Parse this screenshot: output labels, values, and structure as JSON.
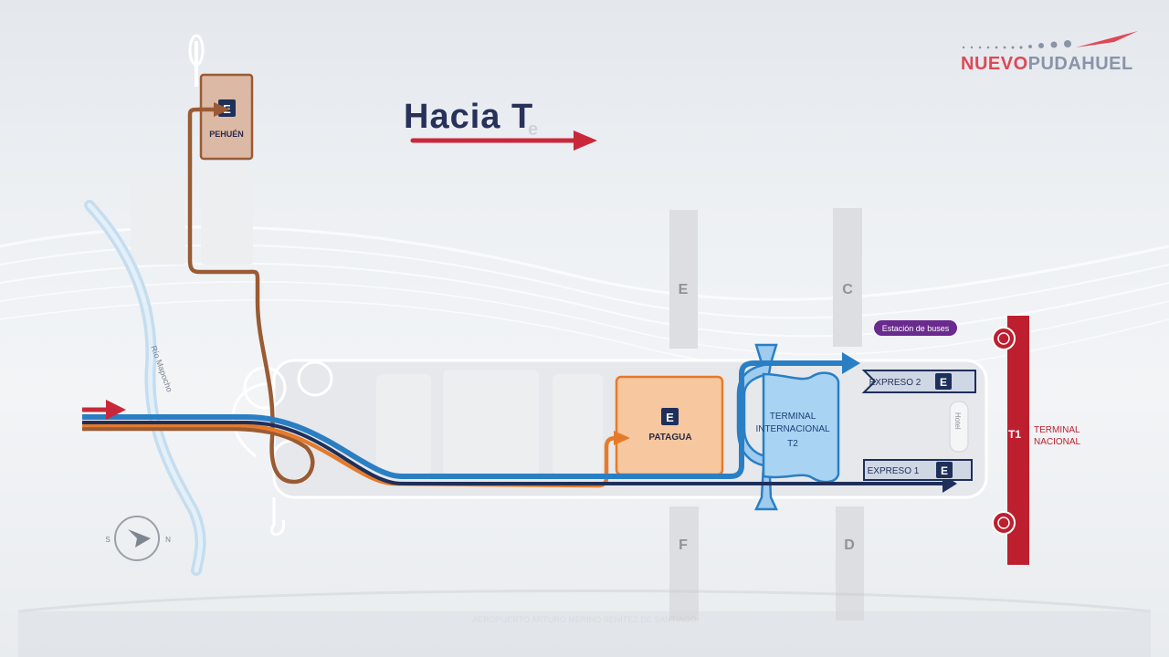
{
  "logo": {
    "part1": "NUEVO",
    "part2": "PUDAHUEL"
  },
  "heading": "Hacia T",
  "heading_faded": "e",
  "map": {
    "river_label": "Río Mapocho",
    "compass": {
      "south": "S",
      "north": "N"
    },
    "parking": {
      "pehuen": "PEHUÉN",
      "patagua": "PATAGUA",
      "badge": "E"
    },
    "piers": {
      "e": "E",
      "c": "C",
      "f": "F",
      "d": "D"
    },
    "terminal_t2": {
      "line1": "TERMINAL",
      "line2": "INTERNACIONAL",
      "line3": "T2"
    },
    "bus_station": "Estación de buses",
    "expreso_2": "EXPRESO 2",
    "expreso_1": "EXPRESO 1",
    "hotel": "Hotel",
    "t1_label": "T1",
    "terminal_nacional": {
      "line1": "TERMINAL",
      "line2": "NACIONAL"
    },
    "footer_watermark": "AEROPUERTO ARTURO MERINO BENÍTEZ DE SANTIAGO"
  },
  "colors": {
    "route_blue": "#2a7fc4",
    "route_navy": "#1e2f5a",
    "route_orange": "#e57b2a",
    "route_brown": "#9a5b34",
    "arrow_red": "#c8283a",
    "terminal_red": "#bd1f2f",
    "bus_purple": "#6a2a8e"
  }
}
